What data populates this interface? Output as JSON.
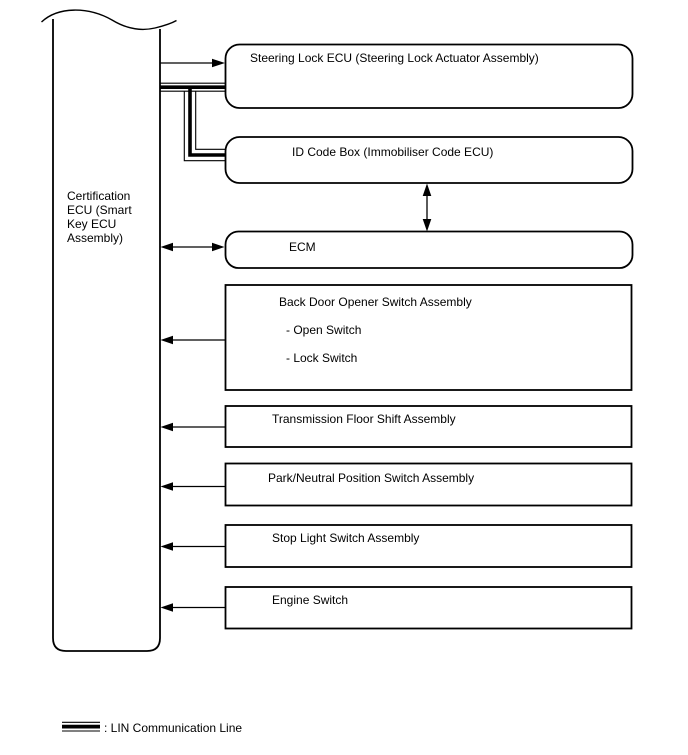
{
  "diagram": {
    "main_unit": {
      "label": "Certification ECU (Smart Key ECU Assembly)",
      "label_lines": [
        "Certification",
        "ECU (Smart",
        "Key ECU",
        "Assembly)"
      ]
    },
    "nodes": [
      {
        "label": "Steering Lock ECU (Steering Lock Actuator Assembly)",
        "shape": "rounded",
        "connections": [
          "arrow-from-main-unit",
          "lin-communication-line"
        ]
      },
      {
        "label": "ID Code Box (Immobiliser Code ECU)",
        "shape": "rounded",
        "connections": [
          "lin-communication-line",
          "bidirectional-arrow-to-ecm"
        ]
      },
      {
        "label": "ECM",
        "shape": "rounded",
        "connections": [
          "bidirectional-arrow-to-main-unit",
          "bidirectional-arrow-to-id-code-box"
        ]
      },
      {
        "label": "Back Door Opener Switch Assembly",
        "sub_labels": [
          "- Open Switch",
          "- Lock Switch"
        ],
        "shape": "rect",
        "connections": [
          "arrow-to-main-unit"
        ]
      },
      {
        "label": "Transmission Floor Shift Assembly",
        "shape": "rect",
        "connections": [
          "arrow-to-main-unit"
        ]
      },
      {
        "label": "Park/Neutral Position Switch Assembly",
        "shape": "rect",
        "connections": [
          "arrow-to-main-unit"
        ]
      },
      {
        "label": "Stop Light Switch Assembly",
        "shape": "rect",
        "connections": [
          "arrow-to-main-unit"
        ]
      },
      {
        "label": "Engine Switch",
        "shape": "rect",
        "connections": [
          "arrow-to-main-unit"
        ]
      }
    ],
    "legend": {
      "symbol": "lin-line-symbol",
      "label": ": LIN Communication Line"
    },
    "colors": {
      "line": "#000000",
      "background": "#ffffff"
    }
  }
}
